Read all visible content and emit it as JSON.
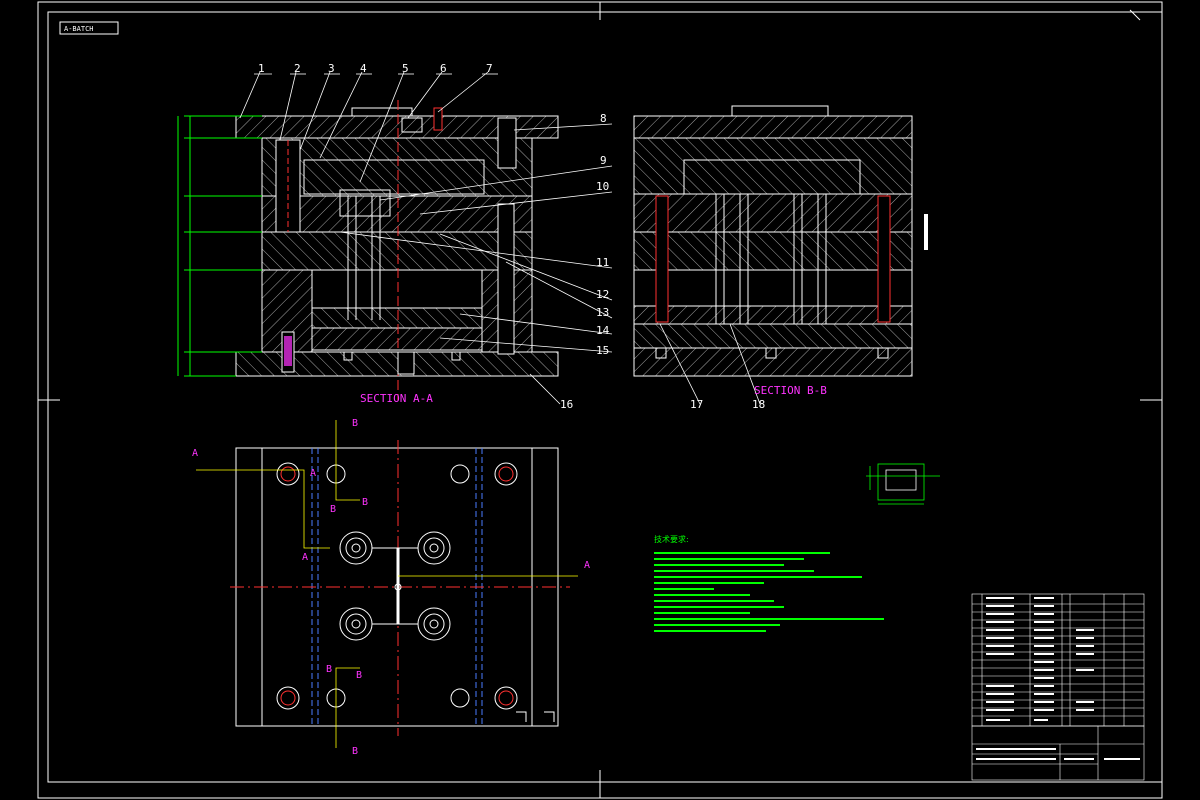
{
  "title_block_label": "A-BATCH",
  "part_numbers": [
    "1",
    "2",
    "3",
    "4",
    "5",
    "6",
    "7",
    "8",
    "9",
    "10",
    "11",
    "12",
    "13",
    "14",
    "15",
    "16",
    "17",
    "18"
  ],
  "section_a_title": "SECTION A-A",
  "section_b_title": "SECTION B-B",
  "section_markers": {
    "a": "A",
    "b": "B"
  },
  "tech_requirements_title": "技术要求:",
  "colors": {
    "background": "#000000",
    "lines": "#ffffff",
    "hatch": "#cfcfcf",
    "centerline": "#ff3030",
    "dimension": "#00ff00",
    "text_magenta": "#ff33ff",
    "text_green": "#00ff00",
    "blue_dashed": "#4a7dff",
    "yellow": "#ffff00"
  }
}
